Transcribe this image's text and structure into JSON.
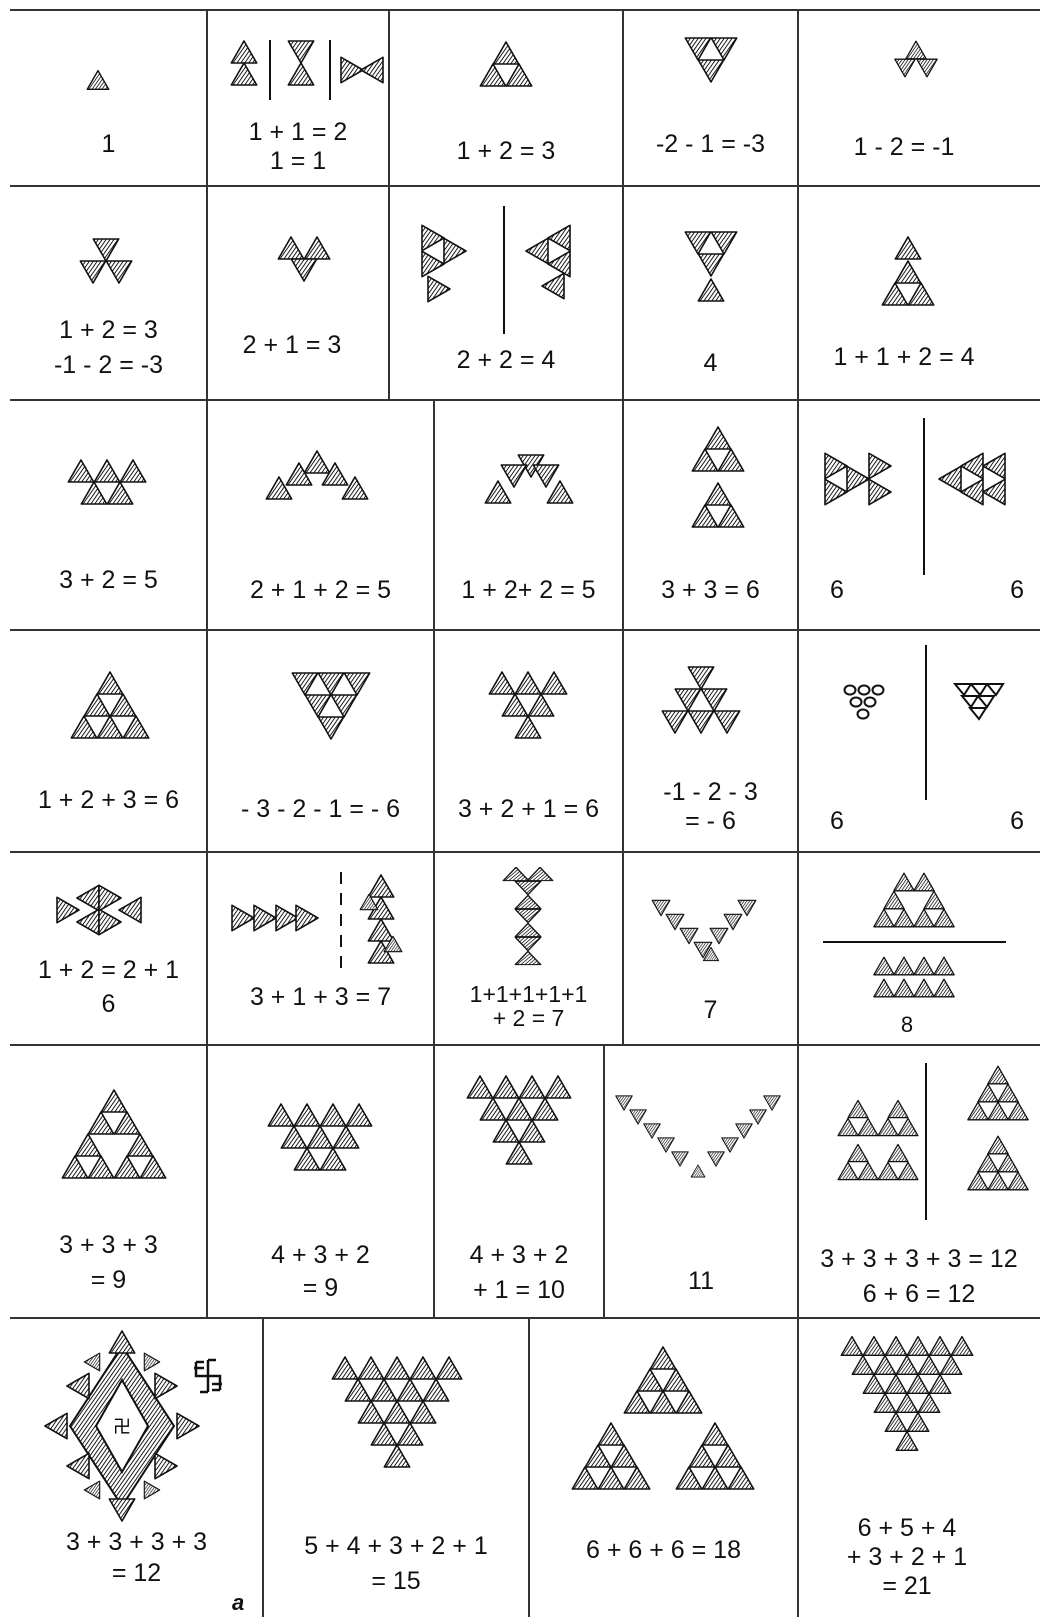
{
  "figure_letter": "a",
  "rows": [
    [
      {
        "lines": [
          "1"
        ]
      },
      {
        "lines": [
          "1 + 1 = 2",
          "1 = 1"
        ]
      },
      {
        "lines": [
          "1 + 2 = 3"
        ]
      },
      {
        "lines": [
          "-2 - 1 = -3"
        ]
      },
      {
        "lines": [
          "1 - 2 = -1"
        ]
      }
    ],
    [
      {
        "lines": [
          "1 + 2 = 3",
          "-1 - 2 = -3"
        ]
      },
      {
        "lines": [
          "2 + 1 = 3"
        ]
      },
      {
        "lines": [
          "2 + 2 = 4"
        ]
      },
      {
        "lines": [
          "4"
        ]
      },
      {
        "lines": [
          "1 + 1 + 2 = 4"
        ]
      }
    ],
    [
      {
        "lines": [
          "3 + 2 = 5"
        ]
      },
      {
        "lines": [
          "2 + 1 + 2 = 5"
        ]
      },
      {
        "lines": [
          "1 + 2+ 2 = 5"
        ]
      },
      {
        "lines": [
          "3 + 3 = 6"
        ]
      },
      {
        "lines": [
          "6",
          "6"
        ]
      }
    ],
    [
      {
        "lines": [
          "1 + 2 + 3 = 6"
        ]
      },
      {
        "lines": [
          "- 3 - 2 - 1 = - 6"
        ]
      },
      {
        "lines": [
          "3 + 2 + 1 = 6"
        ]
      },
      {
        "lines": [
          "-1 - 2 - 3",
          "= - 6"
        ]
      },
      {
        "lines": [
          "6",
          "6"
        ]
      }
    ],
    [
      {
        "lines": [
          "1 + 2 = 2 + 1",
          "6"
        ]
      },
      {
        "lines": [
          "3 + 1 + 3 = 7"
        ]
      },
      {
        "lines": [
          "1+1+1+1+1",
          "+ 2 = 7"
        ]
      },
      {
        "lines": [
          "7"
        ]
      },
      {
        "lines": [
          "8"
        ]
      }
    ],
    [
      {
        "lines": [
          "3 + 3 + 3",
          "= 9"
        ]
      },
      {
        "lines": [
          "4 + 3 + 2",
          "= 9"
        ]
      },
      {
        "lines": [
          "4 + 3 + 2",
          "+ 1 = 10"
        ]
      },
      {
        "lines": [
          "11"
        ]
      },
      {
        "lines": [
          "3 + 3 + 3 + 3 = 12",
          "6 + 6 = 12"
        ]
      }
    ],
    [
      {
        "lines": [
          "3 + 3 + 3 + 3",
          "= 12"
        ]
      },
      {
        "lines": [
          "5 + 4 + 3 + 2 + 1",
          "= 15"
        ]
      },
      {
        "lines": [
          "6 + 6 + 6 = 18"
        ]
      },
      {
        "lines": [
          "6 + 5 + 4",
          "+ 3 + 2 + 1",
          "= 21"
        ]
      }
    ]
  ]
}
